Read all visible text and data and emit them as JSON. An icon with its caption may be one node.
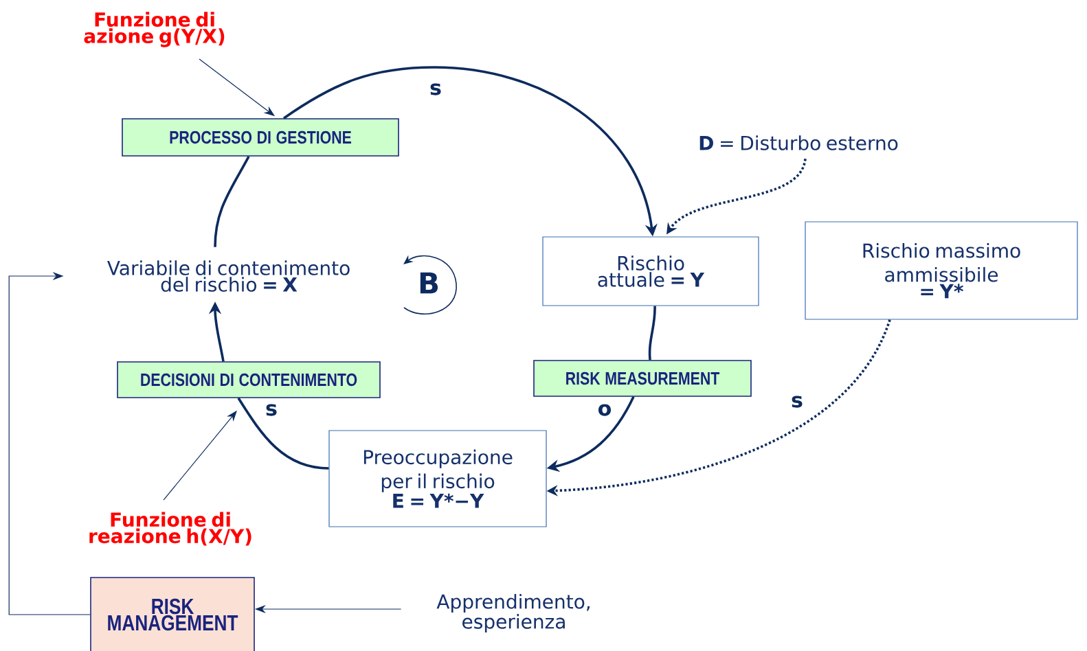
{
  "diagram": {
    "nodes": [
      {
        "text": [
          "Funzione di azione g(Y/X)"
        ]
      },
      {
        "text": [
          "PROCESSO DI GESTIONE"
        ]
      },
      {
        "text": [
          "Variabile di contenimento del rischio **= X**"
        ]
      },
      {
        "text": [
          "**D** = Disturbo esterno"
        ]
      },
      {
        "text": [
          "Rischio attuale **= Y**"
        ]
      },
      {
        "text": [
          "Rischio massimo ammissibile",
          "= Y*"
        ]
      },
      {
        "text": [
          "RISK MEASUREMENT"
        ]
      },
      {
        "text": [
          "DECISIONI DI CONTENIMENTO"
        ]
      },
      {
        "text": [
          "Preoccupazione per il rischio",
          "E  = Y*−Y"
        ]
      },
      {
        "text": [
          "Funzione di reazione h(X/Y)"
        ]
      },
      {
        "text": [
          "RISK MANAGEMENT"
        ]
      },
      {
        "text": [
          "Apprendimento, esperienza"
        ]
      }
    ],
    "edges": [
      {
        "from": 2,
        "to": 1,
        "arrow": "none"
      },
      {
        "from": 1,
        "to": 4,
        "arrow": "to",
        "label": "s"
      },
      {
        "from": 0,
        "to": 1,
        "arrow": "to"
      },
      {
        "from": 3,
        "to": 4,
        "arrow": "to",
        "style": "dashed"
      },
      {
        "from": 4,
        "to": 6,
        "arrow": "none"
      },
      {
        "from": 6,
        "to": 8,
        "arrow": "to",
        "label": "o"
      },
      {
        "from": 5,
        "to": 8,
        "arrow": "to",
        "label": "s",
        "style": "dashed"
      },
      {
        "from": 8,
        "to": 7,
        "arrow": "none",
        "label": "s"
      },
      {
        "from": 7,
        "to": 2,
        "arrow": "to"
      },
      {
        "from": 9,
        "to": 7,
        "arrow": "to"
      },
      {
        "from": 11,
        "to": 10,
        "arrow": "to"
      },
      {
        "from": 10,
        "to": 2,
        "arrow": "to"
      }
    ],
    "labels": [
      "B"
    ]
  }
}
